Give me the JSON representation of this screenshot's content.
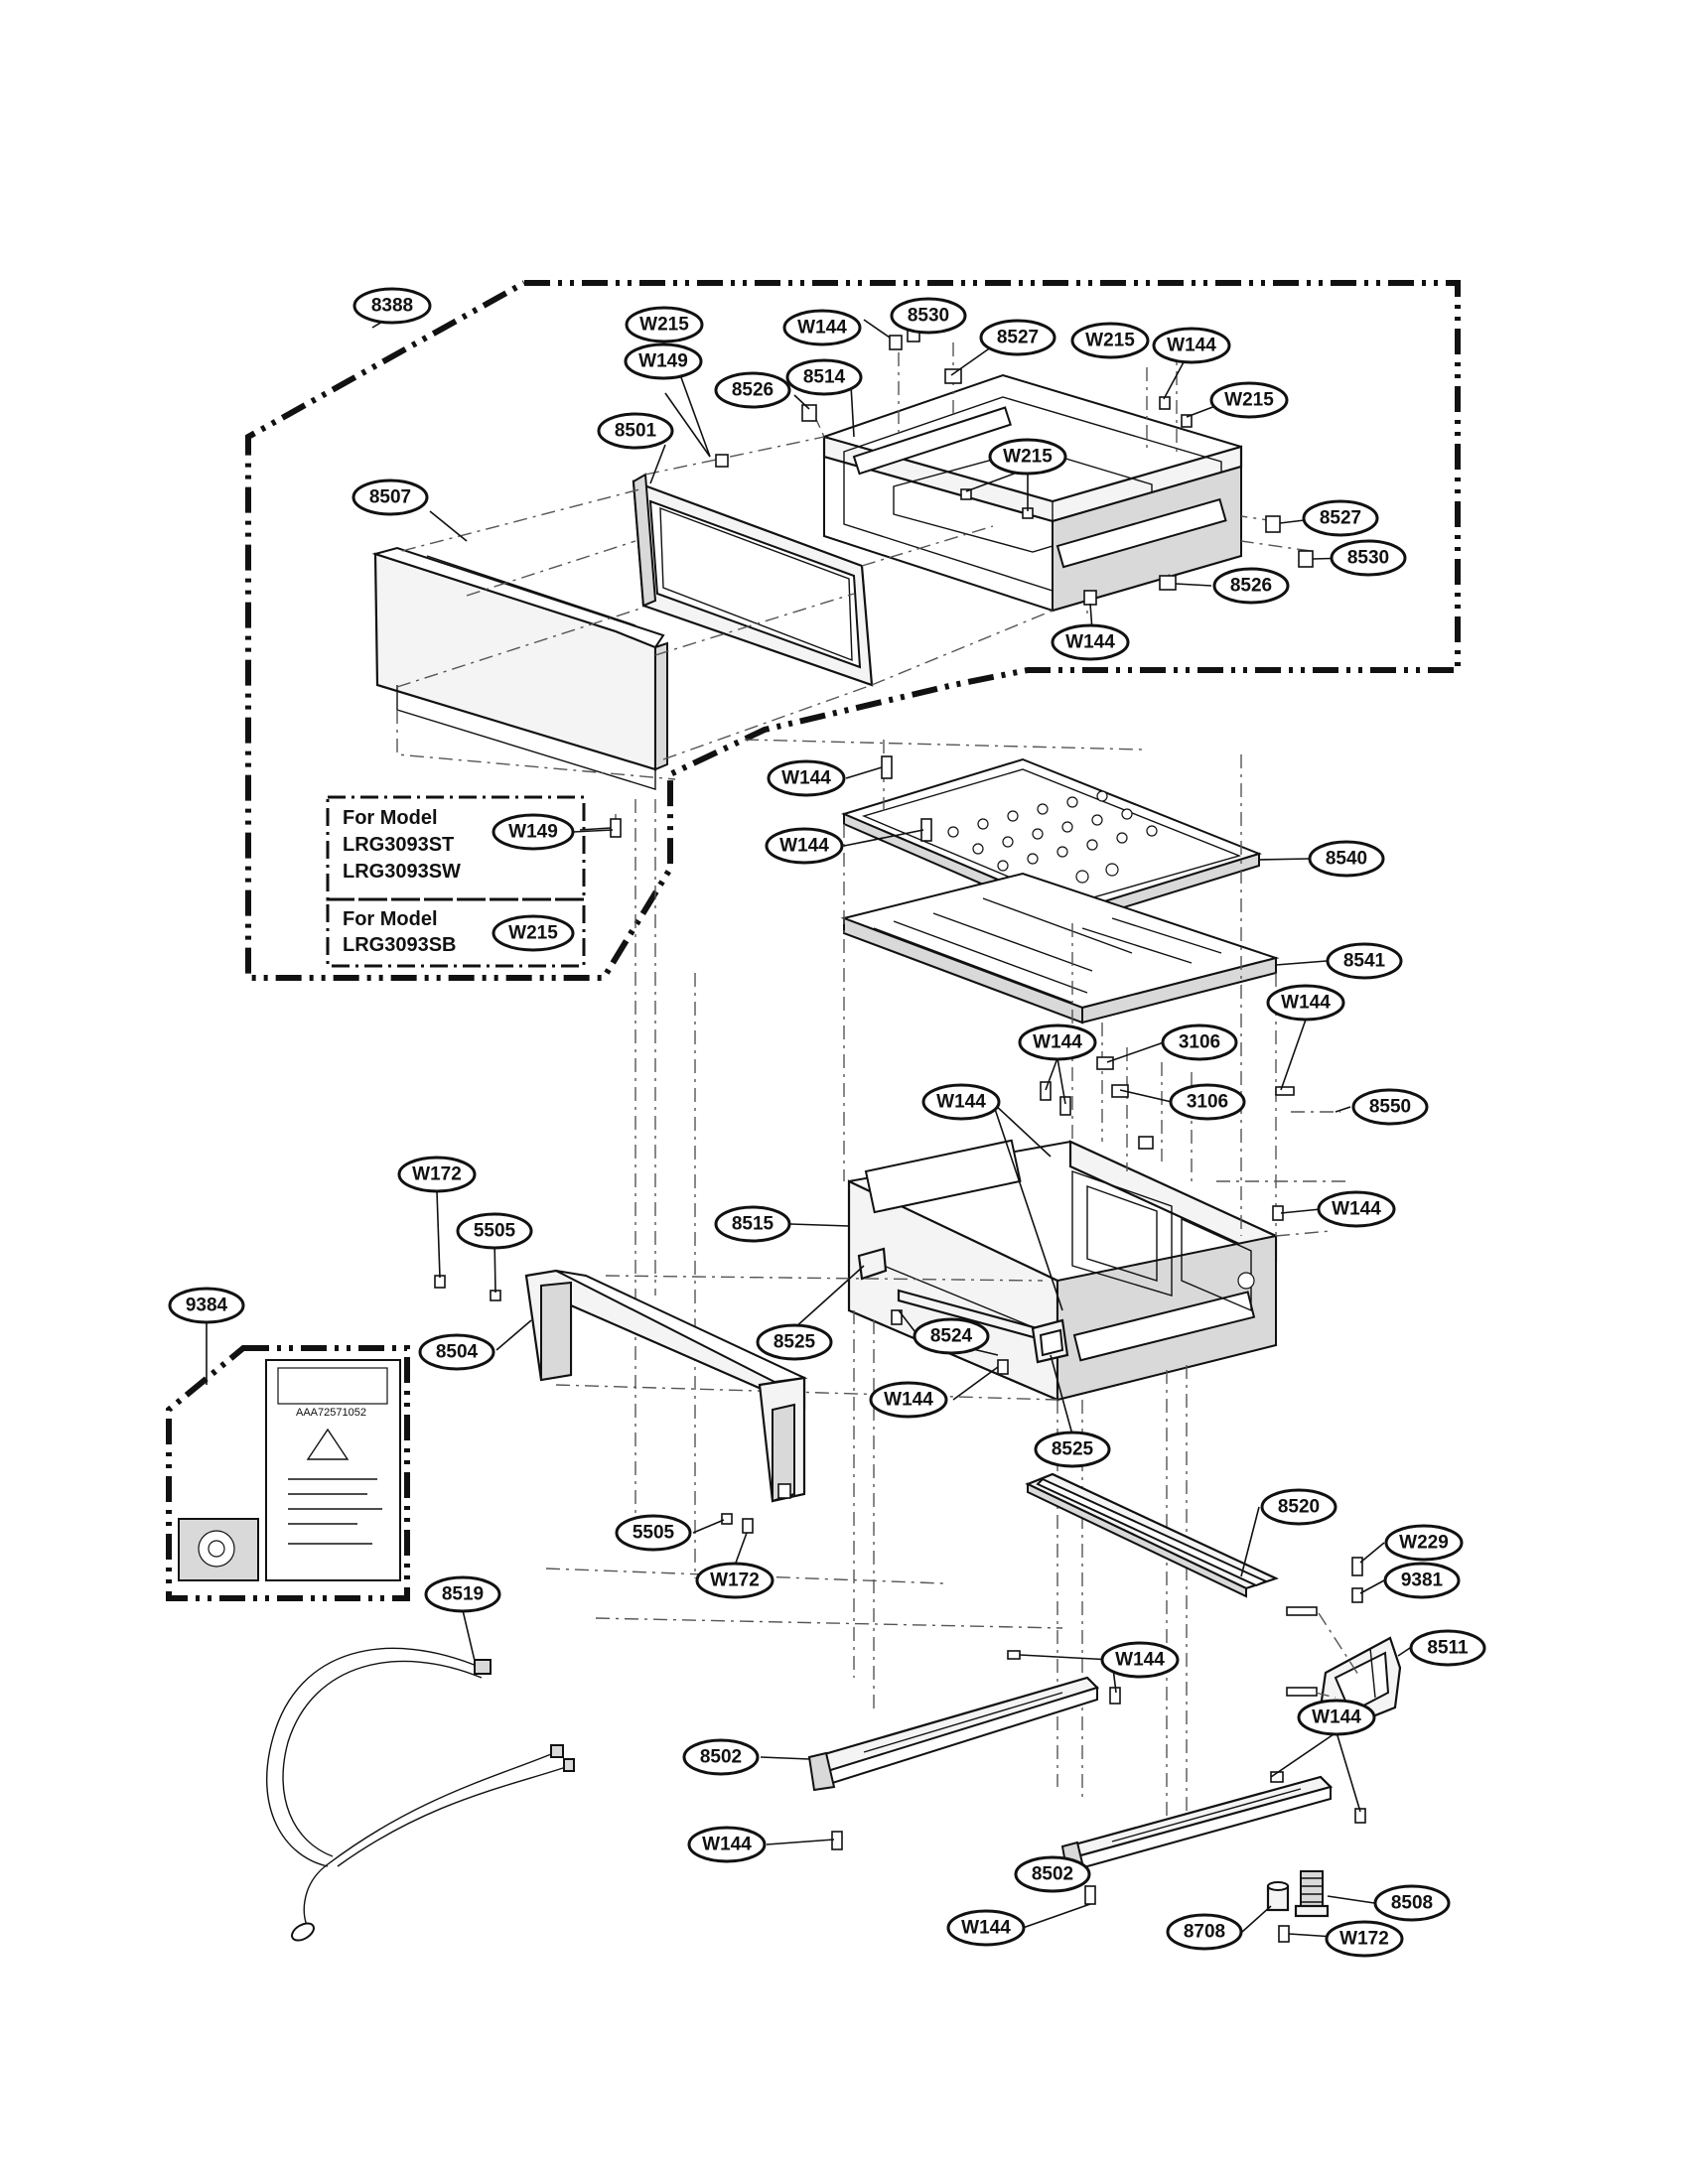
{
  "callouts": {
    "c8388": "8388",
    "c8501": "8501",
    "c8507": "8507",
    "c8514": "8514",
    "c8526a": "8526",
    "c8526b": "8526",
    "c8527a": "8527",
    "c8527b": "8527",
    "c8530a": "8530",
    "c8530b": "8530",
    "cW215a": "W215",
    "cW215b": "W215",
    "cW215c": "W215",
    "cW215d": "W215",
    "cW149": "W149",
    "cW144a": "W144",
    "cW144b": "W144",
    "cW144c": "W144",
    "cW144d": "W144",
    "cW144e": "W144",
    "cW144f": "W144",
    "cW144g": "W144",
    "cW144h": "W144",
    "cW144i": "W144",
    "cW144j": "W144",
    "cW144k": "W144",
    "cW144l": "W144",
    "cW144m": "W144",
    "cW144n": "W144",
    "c8540": "8540",
    "c8541": "8541",
    "c3106a": "3106",
    "c3106b": "3106",
    "c8550": "8550",
    "c8515": "8515",
    "c8525a": "8525",
    "c8525b": "8525",
    "c8524": "8524",
    "cW172a": "W172",
    "cW172b": "W172",
    "cW172c": "W172",
    "c5505a": "5505",
    "c5505b": "5505",
    "c8504": "8504",
    "c9384": "9384",
    "c8520": "8520",
    "cW229": "W229",
    "c9381": "9381",
    "c8511": "8511",
    "c8519": "8519",
    "c8502a": "8502",
    "c8502b": "8502",
    "c8508": "8508",
    "c8708": "8708"
  },
  "notes": {
    "model_note_1": {
      "heading": "For Model",
      "line1": "LRG3093ST",
      "line2": "LRG3093SW",
      "part": "W149"
    },
    "model_note_2": {
      "heading": "For Model",
      "line1": "LRG3093SB",
      "part": "W215"
    },
    "kit_label": "AAA72571052"
  }
}
